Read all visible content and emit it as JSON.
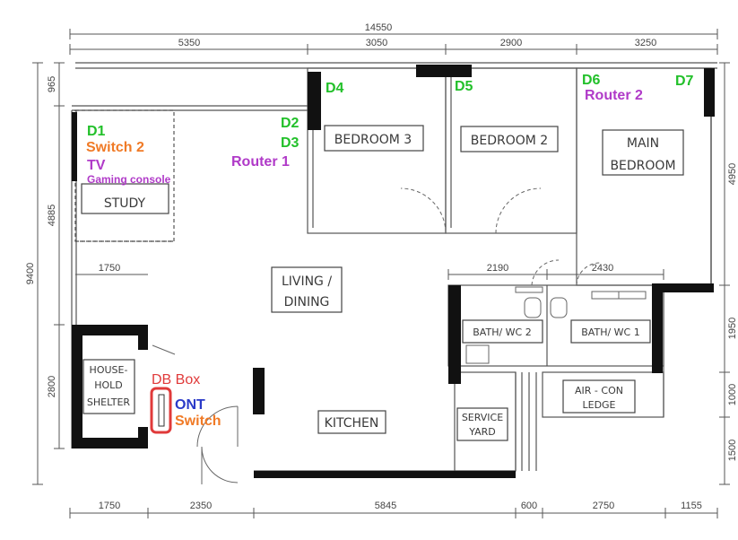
{
  "dimensions": {
    "top_total": "14550",
    "top_segments": [
      "5350",
      "3050",
      "2900",
      "3250"
    ],
    "bottom_segments": [
      "1750",
      "2350",
      "5845",
      "600",
      "2750",
      "1155"
    ],
    "left_total": "9400",
    "left_segments": [
      "965",
      "4885",
      "2800"
    ],
    "right_segments": [
      "4950",
      "1950",
      "1000",
      "1500"
    ],
    "interior": [
      "1750",
      "2190",
      "2430"
    ]
  },
  "rooms": {
    "study": [
      "STUDY"
    ],
    "bedroom3": "BEDROOM 3",
    "bedroom2": "BEDROOM 2",
    "main_bedroom": [
      "MAIN",
      "BEDROOM"
    ],
    "living_dining": [
      "LIVING /",
      "DINING"
    ],
    "bath2": "BATH/ WC 2",
    "bath1": "BATH/ WC 1",
    "aircon": [
      "AIR - CON",
      "LEDGE"
    ],
    "service_yard": [
      "SERVICE",
      "YARD"
    ],
    "kitchen": "KITCHEN",
    "shelter": [
      "HOUSE-",
      "HOLD",
      "SHELTER"
    ]
  },
  "annotations": {
    "d1": "D1",
    "switch2": "Switch 2",
    "tv": "TV",
    "gaming": "Gaming console",
    "d2": "D2",
    "d3": "D3",
    "router1": "Router 1",
    "d4": "D4",
    "d5": "D5",
    "d6": "D6",
    "router2": "Router 2",
    "d7": "D7",
    "db_box": "DB Box",
    "ont": "ONT",
    "switch": "Switch"
  },
  "colors": {
    "green": "#22c02a",
    "orange": "#f07a26",
    "purple": "#b03ac8",
    "red": "#e03a3a",
    "blue": "#2a3ac8",
    "wall": "#111111",
    "line": "#555555"
  }
}
